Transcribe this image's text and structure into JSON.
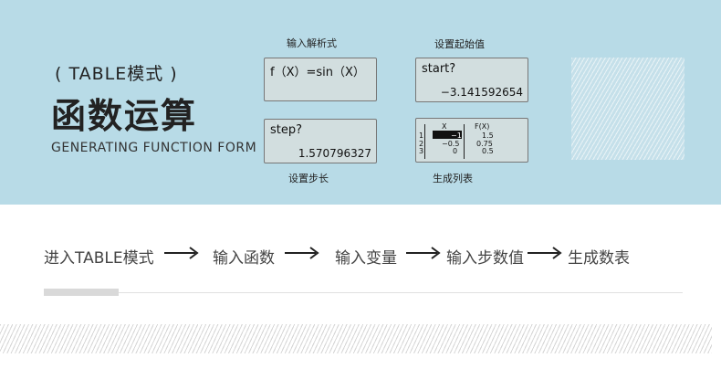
{
  "banner": {
    "paren_title": "( TABLE模式 )",
    "main_title": "函数运算",
    "subtitle": "GENERATING FUNCTION FORM"
  },
  "panels": {
    "input_func": {
      "caption": "输入解析式",
      "line1": "f（X）=sin（X）"
    },
    "start": {
      "caption": "设置起始值",
      "line1": "start?",
      "line2": "−3.141592654"
    },
    "step": {
      "caption": "设置步长",
      "line1": "step?",
      "line2": "1.570796327"
    },
    "table": {
      "caption": "生成列表",
      "col_x": "X",
      "col_f": "F(X)",
      "rows": [
        {
          "n": "1",
          "x": "−1",
          "f": "1.5"
        },
        {
          "n": "2",
          "x": "−0.5",
          "f": "0.75"
        },
        {
          "n": "3",
          "x": "0",
          "f": "0.5"
        }
      ]
    }
  },
  "flow": {
    "step1": "进入TABLE模式",
    "step2": "输入函数",
    "step3": "输入变量",
    "step4": "输入步数值",
    "step5": "生成数表"
  }
}
